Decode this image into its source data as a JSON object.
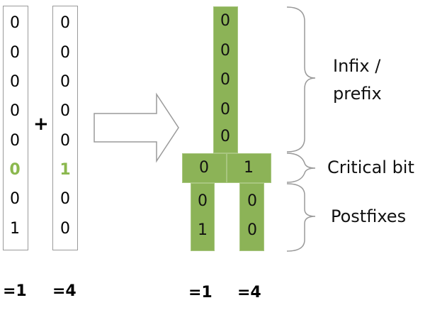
{
  "left_column_a": {
    "digits": [
      "0",
      "0",
      "0",
      "0",
      "0",
      "0",
      "0",
      "1"
    ],
    "highlight_index": 5,
    "result": "=1"
  },
  "plus": "+",
  "left_column_b": {
    "digits": [
      "0",
      "0",
      "0",
      "0",
      "0",
      "1",
      "0",
      "0"
    ],
    "highlight_index": 5,
    "result": "=4"
  },
  "tree": {
    "prefix_digits": [
      "0",
      "0",
      "0",
      "0",
      "0"
    ],
    "critical_left": "0",
    "critical_right": "1",
    "postfix_left": [
      "0",
      "1"
    ],
    "postfix_right": [
      "0",
      "0"
    ],
    "result_left": "=1",
    "result_right": "=4"
  },
  "labels": {
    "infix_line1": "Infix /",
    "infix_line2": "prefix",
    "critical": "Critical bit",
    "postfixes": "Postfixes"
  },
  "colors": {
    "green_fill": "#8cb357",
    "highlight_text": "#8bb84e",
    "border": "#9a9a9a"
  }
}
